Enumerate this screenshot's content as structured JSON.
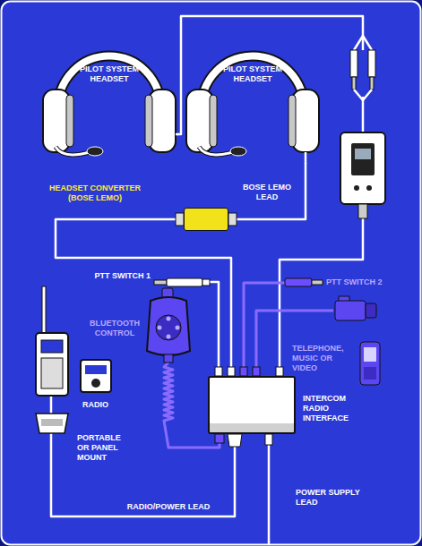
{
  "diagram": {
    "nodes": [
      {
        "text": [
          "PILOT SYSTEM HEADSET"
        ]
      },
      {
        "text": [
          "PILOT SYSTEM HEADSET"
        ]
      },
      {
        "text": [
          "HEADSET CONVERTER (BOSE LEMO)"
        ]
      },
      {
        "text": [
          "PTT SWITCH 1"
        ]
      },
      {
        "text": [
          "PTT SWITCH 2"
        ]
      },
      {
        "text": [
          "BLUETOOTH CONTROL"
        ]
      },
      {
        "text": [
          "TELEPHONE, MUSIC OR VIDEO"
        ]
      },
      {
        "text": [
          "RADIO",
          "PORTABLE OR PANEL MOUNT"
        ]
      },
      {
        "text": [
          "INTERCOM RADIO INTERFACE"
        ]
      }
    ],
    "edges": [
      {
        "from": 0,
        "to": 8,
        "arrow": "none"
      },
      {
        "from": 1,
        "to": 2,
        "label": "BOSE LEMO LEAD",
        "arrow": "none"
      },
      {
        "from": 2,
        "to": 8,
        "arrow": "none"
      },
      {
        "from": 3,
        "to": 8,
        "arrow": "none"
      },
      {
        "from": 4,
        "to": 8,
        "arrow": "none"
      },
      {
        "from": 5,
        "to": 8,
        "arrow": "none"
      },
      {
        "from": 6,
        "to": 8,
        "arrow": "none"
      },
      {
        "from": 7,
        "to": 8,
        "label": "RADIO/POWER LEAD",
        "arrow": "none"
      }
    ],
    "labels": [
      "POWER SUPPLY LEAD"
    ]
  }
}
